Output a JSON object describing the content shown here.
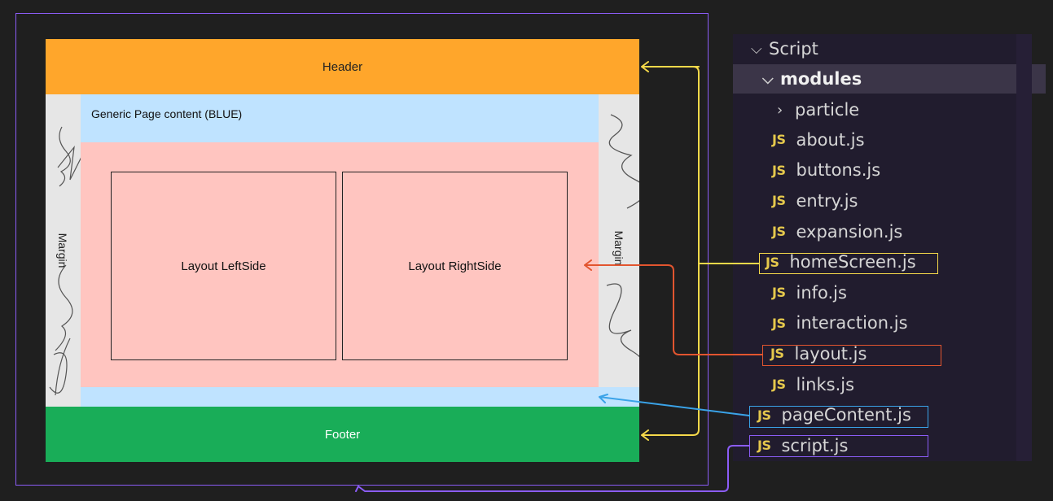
{
  "diagram": {
    "header_label": "Header",
    "footer_label": "Footer",
    "generic_content_label": "Generic Page content (BLUE)",
    "margin_label": "Margin",
    "layout_left_label": "Layout LeftSide",
    "layout_right_label": "Layout RightSide"
  },
  "explorer": {
    "root_folder": "Script",
    "modules_folder": "modules",
    "particle_folder": "particle",
    "js_badge": "JS",
    "files": [
      "about.js",
      "buttons.js",
      "entry.js",
      "expansion.js",
      "homeScreen.js",
      "info.js",
      "interaction.js",
      "layout.js",
      "links.js",
      "pageContent.js",
      "script.js"
    ]
  },
  "colors": {
    "header": "#ffa62b",
    "footer": "#19ad58",
    "generic_content": "#bfe3ff",
    "layout_area": "#ffc5c0",
    "margin": "#e6e6e6",
    "homescreen_connector": "#f5d94a",
    "layout_connector": "#e2552f",
    "pagecontent_connector": "#3aa3e8",
    "script_connector": "#8b5cf6"
  }
}
